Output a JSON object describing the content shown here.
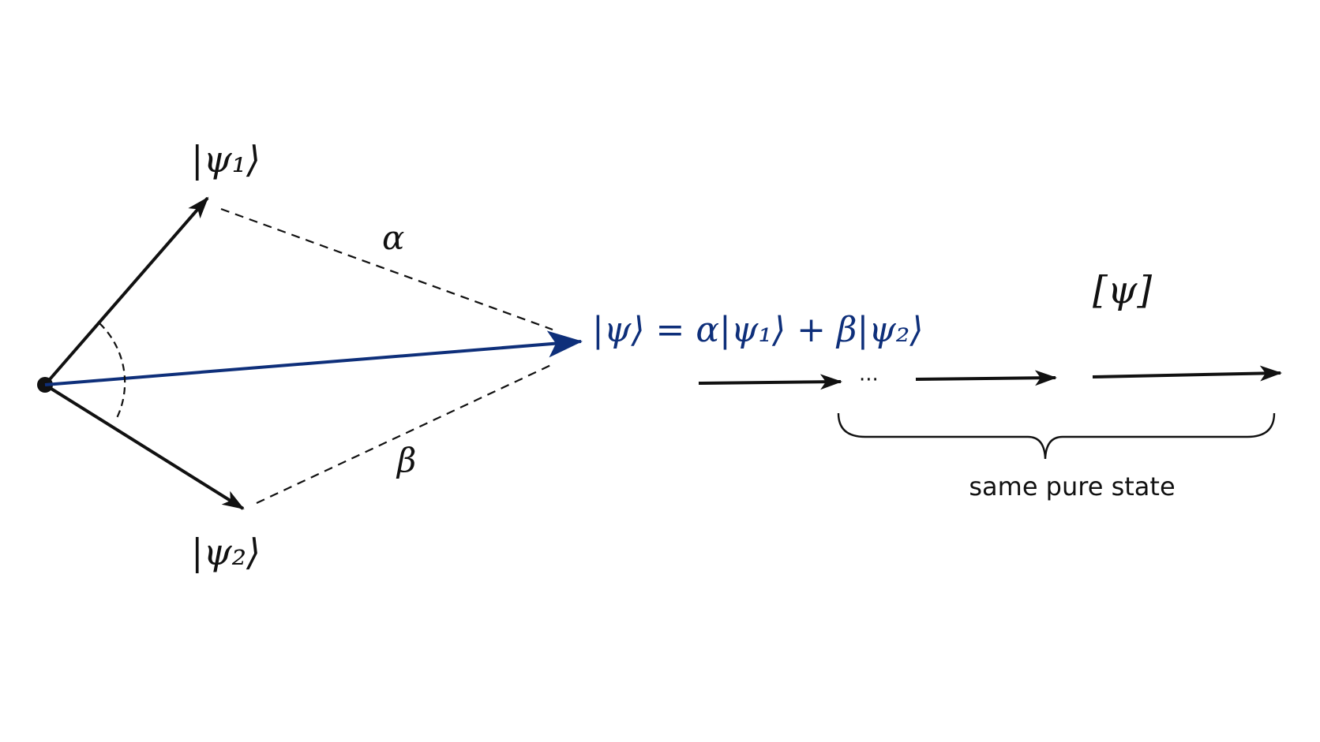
{
  "labels": {
    "psi1": "|ψ₁⟩",
    "psi2": "|ψ₂⟩",
    "alpha": "α",
    "beta": "β",
    "superposition": "|ψ⟩ = α|ψ₁⟩ + β|ψ₂⟩",
    "ellipsis": "···",
    "ray": "[ψ]",
    "brace_caption": "same pure state"
  },
  "colors": {
    "ink": "#111111",
    "accent": "#0e2f7a"
  }
}
